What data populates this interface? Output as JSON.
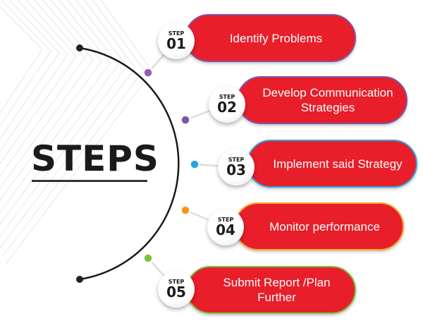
{
  "title": "STEPS",
  "steps": [
    {
      "label": "STEP",
      "number": "01",
      "text": "Identify Problems",
      "accent": "#8a4fa0",
      "dot": "#9b59b6"
    },
    {
      "label": "STEP",
      "number": "02",
      "text": "Develop Communication Strategies",
      "accent": "#7e57a8",
      "dot": "#7e57a8"
    },
    {
      "label": "STEP",
      "number": "03",
      "text": "Implement said Strategy",
      "accent": "#29a8e0",
      "dot": "#29a3e0"
    },
    {
      "label": "STEP",
      "number": "04",
      "text": "Monitor performance",
      "accent": "#f5a623",
      "dot": "#f39c12"
    },
    {
      "label": "STEP",
      "number": "05",
      "text": "Submit Report /Plan Further",
      "accent": "#7cc242",
      "dot": "#7cc242"
    }
  ],
  "colors": {
    "pill": "#e81e2a",
    "arc": "#1a1a1a"
  }
}
